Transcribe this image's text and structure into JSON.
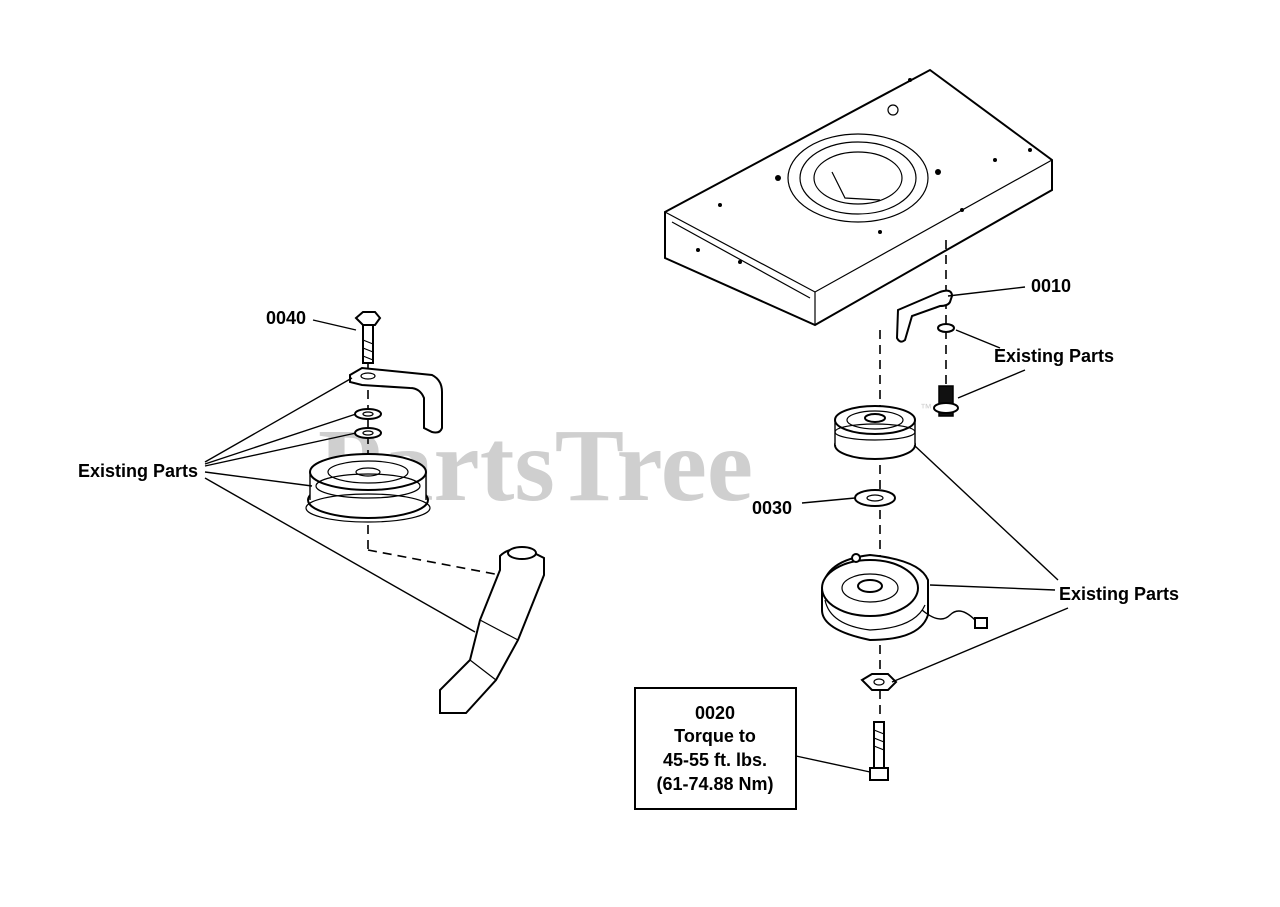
{
  "watermark": {
    "text": "PartsTree",
    "mark": "™"
  },
  "callouts": {
    "left_top_part": "0040",
    "left_existing": "Existing Parts",
    "right_top_part": "0010",
    "right_existing_top": "Existing Parts",
    "right_washer_part": "0030",
    "right_existing_bottom": "Existing Parts"
  },
  "torque_box": {
    "line1": "0020",
    "line2": "Torque to",
    "line3": "45-55 ft. lbs.",
    "line4": "(61-74.88 Nm)"
  }
}
